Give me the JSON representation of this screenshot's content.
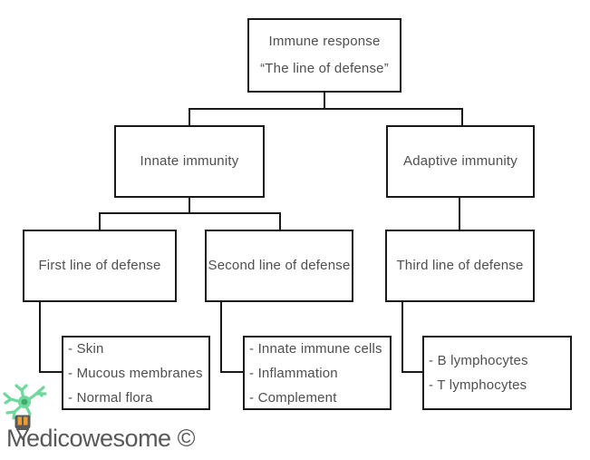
{
  "nodes": {
    "immune_response": {
      "line1": "Immune response",
      "line2": "“The line of defense”"
    },
    "innate_immunity": "Innate immunity",
    "adaptive_immunity": "Adaptive immunity",
    "first_line": "First line of defense",
    "second_line": "Second line of defense",
    "third_line": "Third line of defense",
    "first_line_items": [
      "- Skin",
      "- Mucous membranes",
      "- Normal flora"
    ],
    "second_line_items": [
      "- Innate immune cells",
      "- Inflammation",
      "- Complement"
    ],
    "third_line_items": [
      "- B lymphocytes",
      "- T lymphocytes"
    ]
  },
  "logo": {
    "brand": "Medicowesome ©"
  },
  "colors": {
    "box_border": "#1a1a1a",
    "box_text": "#4f4f4f",
    "neuron_green": "#6fd89c",
    "neuron_soma": "#3faa6c",
    "pencil_orange": "#f09a2e",
    "pencil_gray": "#58595b",
    "brand_gray": "#58595b"
  }
}
